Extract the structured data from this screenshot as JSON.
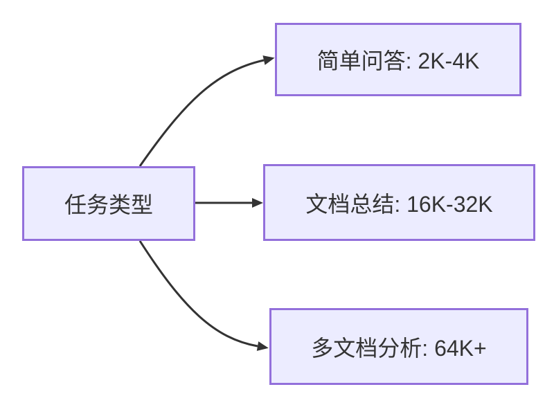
{
  "colors": {
    "background": "#ffffff",
    "node_fill": "#ECECFF",
    "node_border": "#9370DB",
    "edge_color": "#333333",
    "text_color": "#333333"
  },
  "diagram": {
    "type": "flowchart-left-right",
    "root": {
      "label": "任务类型"
    },
    "children": [
      {
        "label": "简单问答: 2K-4K"
      },
      {
        "label": "文档总结: 16K-32K"
      },
      {
        "label": "多文档分析: 64K+"
      }
    ],
    "edges": [
      {
        "from": "任务类型",
        "to": "简单问答: 2K-4K"
      },
      {
        "from": "任务类型",
        "to": "文档总结: 16K-32K"
      },
      {
        "from": "任务类型",
        "to": "多文档分析: 64K+"
      }
    ]
  }
}
